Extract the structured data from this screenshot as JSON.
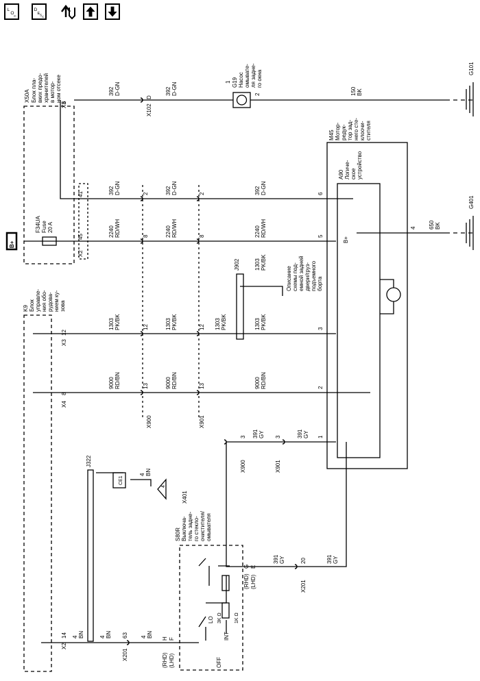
{
  "toolbar": {
    "buttons": [
      {
        "name": "loc-button",
        "label": "LOC",
        "icon": "loc-icon"
      },
      {
        "name": "desc-button",
        "label": "DESC",
        "icon": "desc-icon"
      },
      {
        "name": "signal-flow-button",
        "icon": "up-down-wrench-icon"
      },
      {
        "name": "page-up-button",
        "icon": "arrow-up-icon"
      },
      {
        "name": "page-down-button",
        "icon": "arrow-down-icon"
      }
    ]
  },
  "diagram": {
    "x50a": {
      "id": "X50A",
      "lines": [
        "Блок пла-",
        "вких предо-",
        "хранителей",
        "в мотор-",
        "ном отсеке"
      ]
    },
    "fuse": {
      "id": "F34UA",
      "word": "Fuse",
      "rating": "20 A"
    },
    "bplus": "B+",
    "conn_x3": "X3",
    "conn_x2": "X2",
    "conn_x4": "X4",
    "conn_x102": "X102",
    "pin6": "6",
    "pinD": "D",
    "pin41": "41",
    "pin45": "45",
    "pin12": "12",
    "pin8": "8",
    "pin2": "2",
    "pin13": "13",
    "pin3": "3",
    "pin5": "5",
    "pin1": "1",
    "pin4": "4",
    "pin14": "14",
    "pin63": "63",
    "pin20": "20",
    "k9": {
      "id": "K9",
      "lines": [
        "Блок",
        "управле-",
        "ния обо-",
        "рудова-",
        "нием ку-",
        "зова"
      ]
    },
    "g19": {
      "id": "G19",
      "lines": [
        "Насос",
        "омывате-",
        "ля задне-",
        "го окна"
      ]
    },
    "m45": {
      "id": "M45",
      "lines": [
        "Мотор-",
        "редук-",
        "тор зад-",
        "него сте-",
        "клоочи-",
        "стителя"
      ]
    },
    "a90": {
      "id": "A90",
      "lines": [
        "Логиче-",
        "ское",
        "устройство"
      ]
    },
    "j902": {
      "id": "J902",
      "lines": [
        "Описание",
        "схемы под-",
        "емной задней",
        "двери/груз-",
        "подъемного",
        "борта"
      ]
    },
    "j322": "J322",
    "ce1": "CE1",
    "x401": "X401",
    "g101": "G101",
    "g401": "G401",
    "x900": "X900",
    "x901": "X901",
    "x201": "X201",
    "wire392": [
      "392",
      "D-GN"
    ],
    "wire150": [
      "150",
      "BK"
    ],
    "wire2240": [
      "2240",
      "RD/WH"
    ],
    "wire1303": [
      "1303",
      "PK/BK"
    ],
    "wire9000": [
      "9000",
      "RD/BN"
    ],
    "wire391": [
      "391",
      "GY"
    ],
    "wire650": [
      "650",
      "BK"
    ],
    "wire4bn": [
      "4",
      "BN"
    ],
    "s80r": {
      "id": "S80R",
      "lines": [
        "Выключа-",
        "тель задне-",
        "го стекло-",
        "очистителя/",
        "омывателя"
      ]
    },
    "switch": {
      "lo": "LO",
      "int": "INT",
      "off": "OFF",
      "r3k": "3K Ω",
      "r1k": "1K Ω",
      "rhd": "(RHD)",
      "lhd": "(LHD)",
      "h": "H",
      "f": "F",
      "g": "G",
      "e": "E"
    }
  }
}
